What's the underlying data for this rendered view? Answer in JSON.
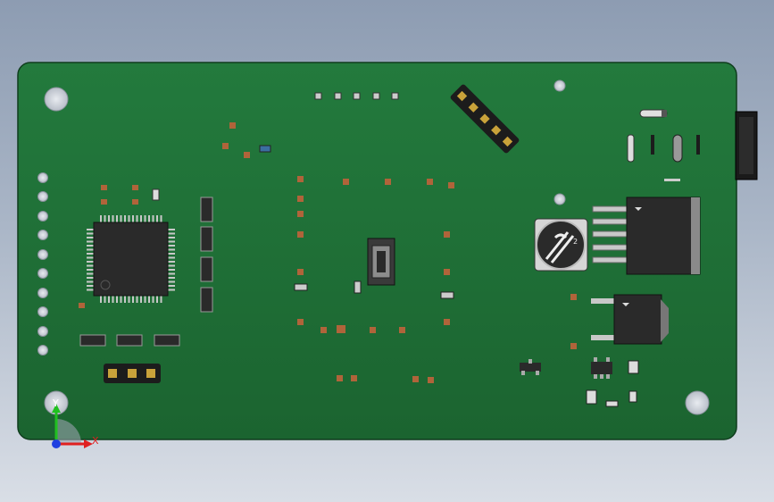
{
  "viewport": {
    "background_top": "#8d9cb2",
    "background_bottom": "#d9dee6"
  },
  "pcb": {
    "board_color": "#1f6b35",
    "board_edge_color": "#0f3d1d",
    "pad_color": "#b0643a",
    "component_color": "#2a2a2a",
    "silkscreen_color": "#e8e8e8"
  },
  "triad": {
    "x_label": "X",
    "y_label": "Y",
    "x_color": "#e02020",
    "y_color": "#20c020",
    "origin_color": "#2040e0"
  },
  "inductor_mark": {
    "value": "2"
  }
}
